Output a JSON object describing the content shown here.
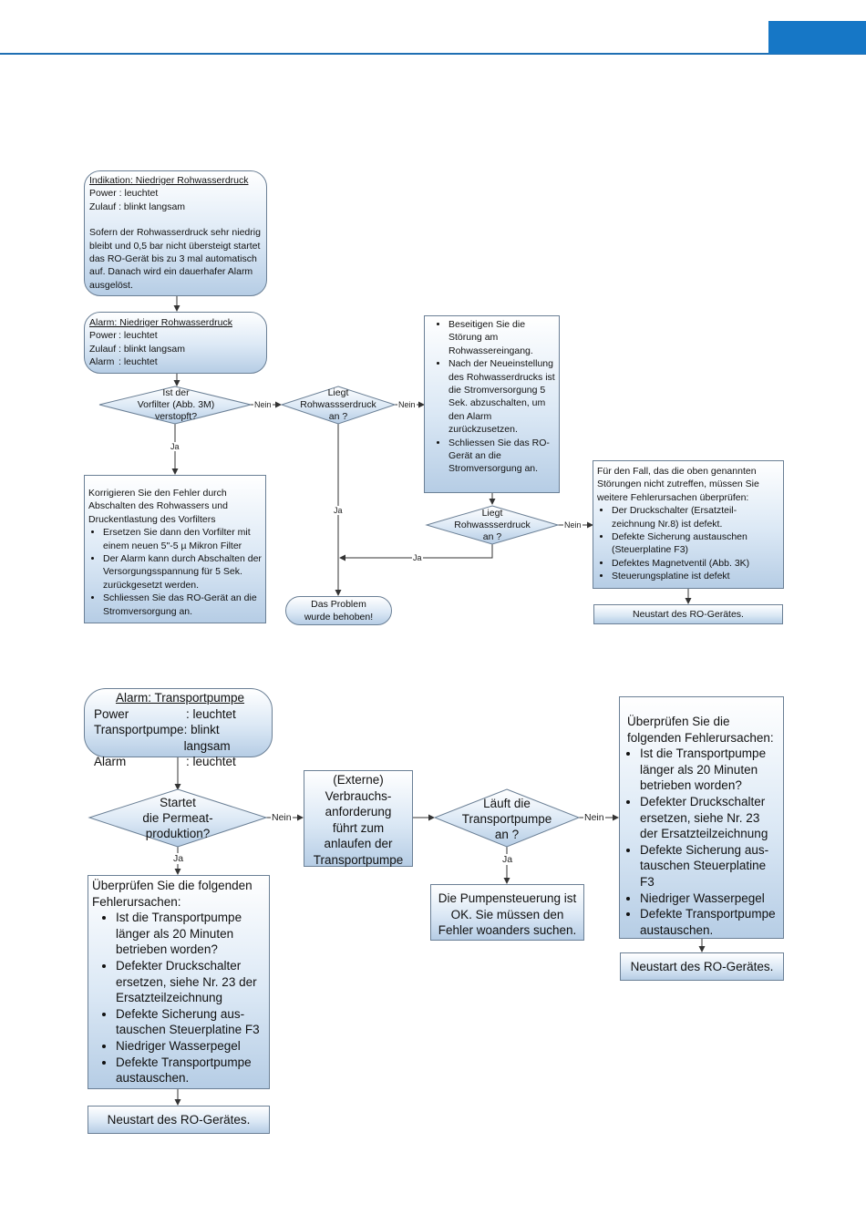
{
  "flow1": {
    "indication": {
      "title": "Indikation: Niedriger Rohwasserdruck",
      "line1": "Power : leuchtet",
      "line2": "Zulauf : blinkt langsam",
      "paragraph": "Sofern der Rohwasserdruck sehr niedrig bleibt und 0,5 bar nicht übersteigt startet das RO-Gerät bis zu 3 mal automatisch auf. Danach wird ein dauerhafer Alarm ausgelöst."
    },
    "alarm": {
      "title": "Alarm: Niedriger Rohwasserdruck",
      "rows": [
        {
          "label": "Power",
          "value": ": leuchtet"
        },
        {
          "label": "Zulauf",
          "value": ": blinkt langsam"
        },
        {
          "label": "Alarm",
          "value": ": leuchtet"
        }
      ]
    },
    "decision_filter": "Ist der\nVorfilter (Abb. 3M)\nverstopft?",
    "decision_pressure1": "Liegt\nRohwassserdruck\nan ?",
    "decision_pressure2": "Liegt\nRohwassserdruck\nan ?",
    "fix_box": {
      "intro": "Korrigieren Sie den Fehler durch Abschalten des Rohwassers und Druckentlastung des Vorfilters",
      "items": [
        "Ersetzen Sie dann den Vorfilter mit einem neuen 5\"-5 µ Mikron Filter",
        "Der Alarm kann durch Abschalten der Versorgungsspannung für 5 Sek. zurückgesetzt werden.",
        "Schliessen Sie das RO-Gerät an die Stromversorgung an."
      ]
    },
    "remedy_box": {
      "items": [
        "Beseitigen Sie die Störung am Rohwassereingang.",
        "Nach der Neueinstellung des Rohwasserdrucks ist die Stromversorgung 5 Sek. abzuschalten, um den Alarm zurückzusetzen.",
        "Schliessen Sie das RO-Gerät an die Stromversorgung an."
      ]
    },
    "other_causes": {
      "intro": "Für den Fall, das die oben genannten Störungen nicht zutreffen, müssen Sie weitere Fehlerursachen überprüfen:",
      "items": [
        "Der Druckschalter (Ersatzteil-zeichnung Nr.8) ist defekt.",
        "Defekte Sicherung austauschen (Steuerplatine F3)",
        "Defektes Magnetventil (Abb. 3K)",
        "Steuerungsplatine ist defekt"
      ]
    },
    "restart": "Neustart des RO-Gerätes.",
    "solved": "Das Problem\nwurde behoben!",
    "labels": {
      "nein": "Nein",
      "ja": "Ja"
    }
  },
  "flow2": {
    "alarm": {
      "title": "Alarm: Transportpumpe",
      "rows": [
        {
          "label": "Power",
          "value": ": leuchtet"
        },
        {
          "label": "Transportpumpe",
          "value": ": blinkt langsam"
        },
        {
          "label": "Alarm",
          "value": ": leuchtet"
        }
      ]
    },
    "decision_permeat": "Startet\ndie Permeat-\nproduktion?",
    "external": "(Externe)\nVerbrauchs-\nanforderung\nführt zum\nanlaufen der\nTransportpumpe",
    "decision_pump": "Läuft die\nTransportpumpe\nan ?",
    "check_left": {
      "intro": "Überprüfen Sie die folgenden Fehlerursachen:",
      "items": [
        "Ist die Transportpumpe länger als 20 Minuten betrieben worden?",
        "Defekter Druckschalter ersetzen, siehe Nr. 23 der Ersatzteilzeichnung",
        "Defekte Sicherung aus-tauschen Steuerplatine F3",
        "Niedriger Wasserpegel",
        "Defekte Transportpumpe austauschen."
      ]
    },
    "check_right": {
      "intro": "Überprüfen Sie die folgenden Fehlerursachen:",
      "items": [
        "Ist die Transportpumpe länger als 20 Minuten betrieben worden?",
        "Defekter Druckschalter ersetzen, siehe Nr. 23 der Ersatzteilzeichnung",
        "Defekte Sicherung aus-tauschen Steuerplatine F3",
        "Niedriger Wasserpegel",
        "Defekte Transportpumpe austauschen."
      ]
    },
    "pump_ok": "Die Pumpensteuerung ist OK. Sie müssen den Fehler woanders suchen.",
    "restart_left": "Neustart des RO-Gerätes.",
    "restart_right": "Neustart des RO-Gerätes.",
    "labels": {
      "nein": "Nein",
      "ja": "Ja"
    }
  }
}
